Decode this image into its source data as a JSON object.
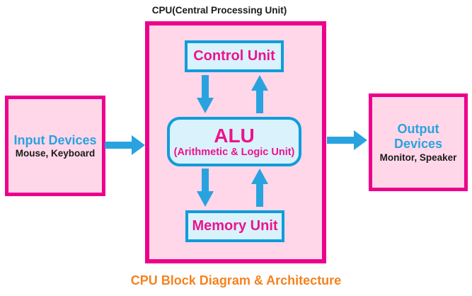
{
  "colors": {
    "magenta": "#EC008C",
    "pink-fill": "#FFD7E9",
    "blue-border": "#119CDB",
    "cyan-fill": "#D9F2FC",
    "pink-text": "#F0128C",
    "blue-text": "#29A3DF",
    "arrow-blue": "#29A3DF",
    "dark-text": "#1A1A1A",
    "orange": "#F5821E"
  },
  "title": "CPU(Central Processing Unit)",
  "caption": "CPU Block Diagram & Architecture",
  "cpu": {
    "control_unit_label": "Control Unit",
    "alu_label": "ALU",
    "alu_subtitle": "(Arithmetic & Logic Unit)",
    "memory_unit_label": "Memory Unit"
  },
  "input_devices": {
    "title": "Input Devices",
    "subtitle": "Mouse, Keyboard"
  },
  "output_devices": {
    "title": "Output Devices",
    "subtitle": "Monitor, Speaker"
  },
  "arrows": {
    "input_to_cpu": "right-arrow",
    "cpu_to_output": "right-arrow",
    "control_to_alu": "down-arrow",
    "alu_to_control": "up-arrow",
    "alu_to_memory": "down-arrow",
    "memory_to_alu": "up-arrow"
  }
}
